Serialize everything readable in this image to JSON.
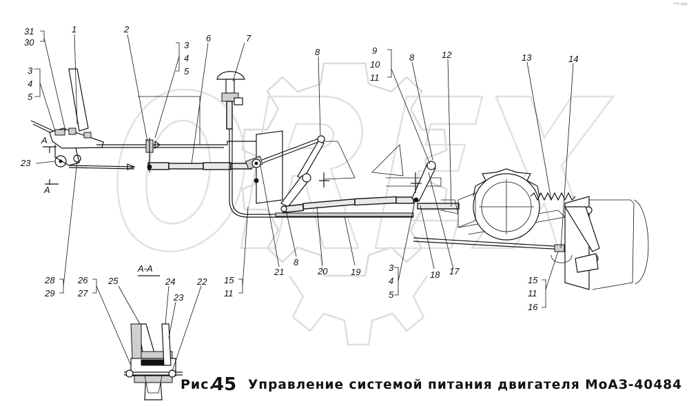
{
  "figure": {
    "caption_prefix": "Рис.",
    "caption_number": "45",
    "caption_text": "Управление системой питания двигателя МоАЗ-40484",
    "section_label": "A-A",
    "view_label_top": "A",
    "view_label_bottom": "A",
    "corner_mark": "ª™ ###",
    "watermark": "OPEX"
  },
  "callouts": {
    "c1": "1",
    "c2": "2",
    "c3a": "3",
    "c4a": "4",
    "c5a": "5",
    "c3b": "3",
    "c4b": "4",
    "c5b": "5",
    "c6": "6",
    "c7": "7",
    "c8a": "8",
    "c9": "9",
    "c10": "10",
    "c11a": "11",
    "c8b": "8",
    "c12": "12",
    "c13": "13",
    "c14": "14",
    "c30": "30",
    "c31": "31",
    "c23a": "23",
    "c28": "28",
    "c29": "29",
    "c26": "26",
    "c27": "27",
    "c25": "25",
    "c24": "24",
    "c23b": "23",
    "c22": "22",
    "c15a": "15",
    "c11b": "11",
    "c21": "21",
    "c8c": "8",
    "c20": "20",
    "c19": "19",
    "c3c": "3",
    "c4c": "4",
    "c5c": "5",
    "c18": "18",
    "c17": "17",
    "c15b": "15",
    "c11c": "11",
    "c16": "16"
  }
}
